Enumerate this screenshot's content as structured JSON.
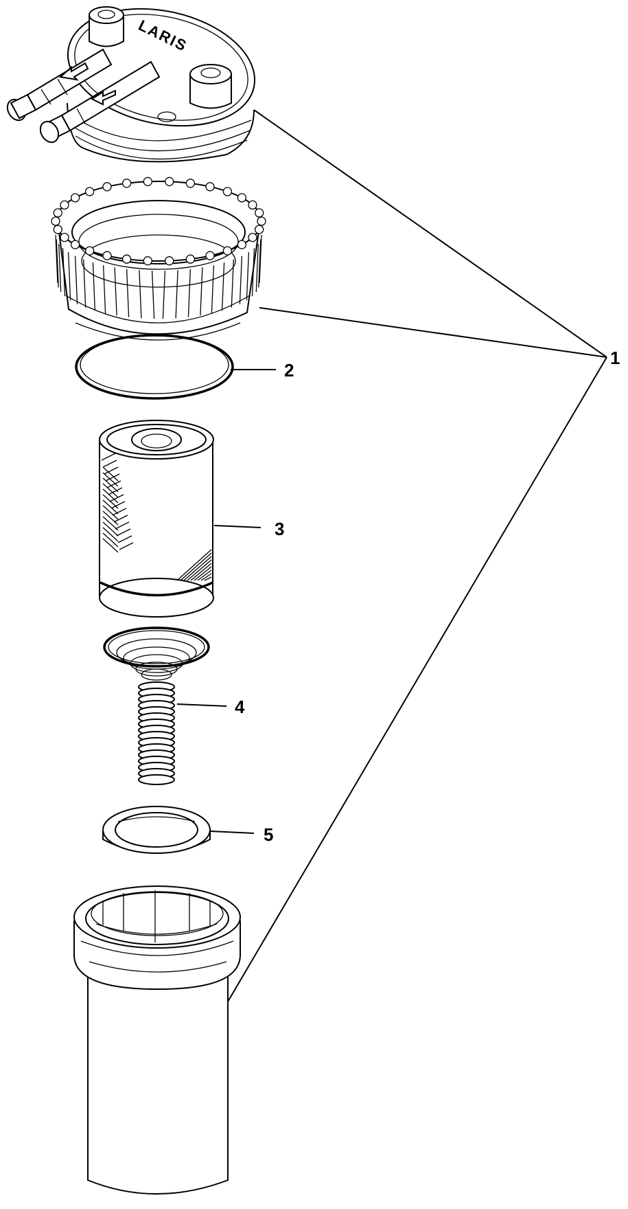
{
  "diagram": {
    "brand_text": "LARIS",
    "callouts": [
      {
        "id": "cap-and-housing",
        "label": "1"
      },
      {
        "id": "o-ring",
        "label": "2"
      },
      {
        "id": "filter-element",
        "label": "3"
      },
      {
        "id": "spring",
        "label": "4"
      },
      {
        "id": "seal-ring",
        "label": "5"
      }
    ]
  },
  "colors": {
    "line": "#000000",
    "background": "#ffffff"
  }
}
